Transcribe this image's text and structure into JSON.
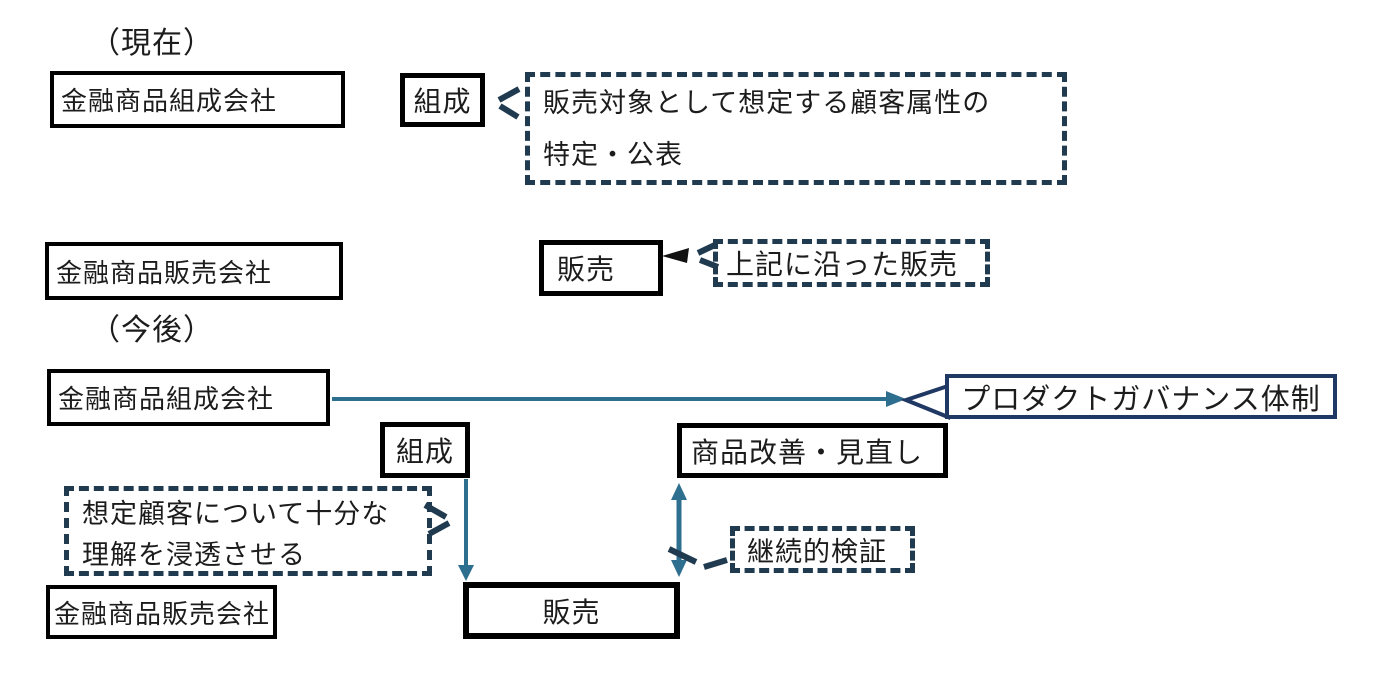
{
  "labels": {
    "current": "（現在）",
    "future": "（今後）"
  },
  "current": {
    "maker_box": "金融商品組成会社",
    "composition_box": "組成",
    "composition_note_line1": "販売対象として想定する顧客属性の",
    "composition_note_line2": "特定・公表",
    "seller_box": "金融商品販売会社",
    "sales_box": "販売",
    "sales_note": "上記に沿った販売"
  },
  "future": {
    "maker_box": "金融商品組成会社",
    "governance_box": "プロダクトガバナンス体制",
    "composition_box": "組成",
    "improvement_box": "商品改善・見直し",
    "understanding_note_line1": "想定顧客について十分な",
    "understanding_note_line2": "理解を浸透させる",
    "verification_note": "継続的検証",
    "seller_box": "金融商品販売会社",
    "sales_box": "販売"
  },
  "colors": {
    "arrow": "#2e6f8f",
    "dashed_border": "#203b50",
    "solid_border": "#000000",
    "governance_border": "#1f3864",
    "pointer_dark": "#203b50",
    "text": "#1c1c1c"
  }
}
